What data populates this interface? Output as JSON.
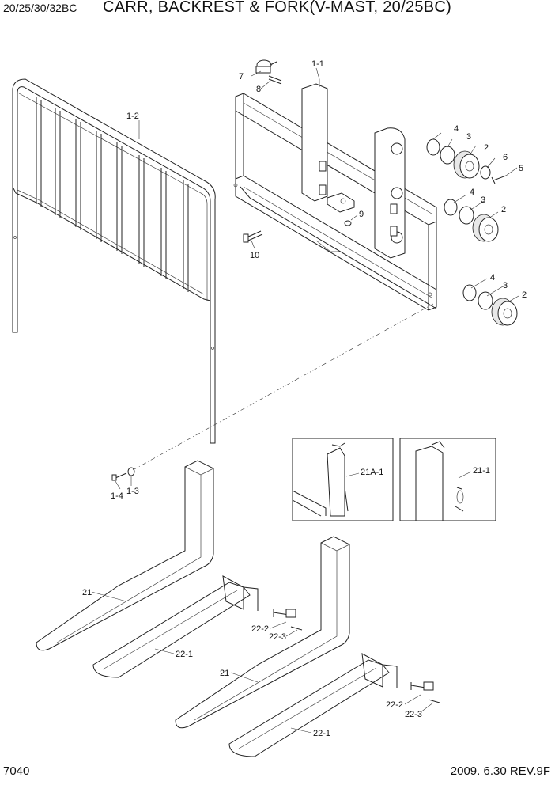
{
  "header": {
    "model": "20/25/30/32BC",
    "title": "CARR, BACKREST & FORK(V-MAST, 20/25BC)"
  },
  "footer": {
    "page": "7040",
    "revision": "2009. 6.30 REV.9F"
  },
  "callouts": {
    "c1_1": "1-1",
    "c1_2": "1-2",
    "c1_3": "1-3",
    "c1_4": "1-4",
    "c2a": "2",
    "c2b": "2",
    "c2c": "2",
    "c3a": "3",
    "c3b": "3",
    "c3c": "3",
    "c4a": "4",
    "c4b": "4",
    "c4c": "4",
    "c5": "5",
    "c6": "6",
    "c7": "7",
    "c8": "8",
    "c9": "9",
    "c10": "10",
    "c21a": "21",
    "c21b": "21",
    "c21_1": "21-1",
    "c21A_1": "21A-1",
    "c22_1a": "22-1",
    "c22_1b": "22-1",
    "c22_2a": "22-2",
    "c22_2b": "22-2",
    "c22_3a": "22-3",
    "c22_3b": "22-3"
  }
}
